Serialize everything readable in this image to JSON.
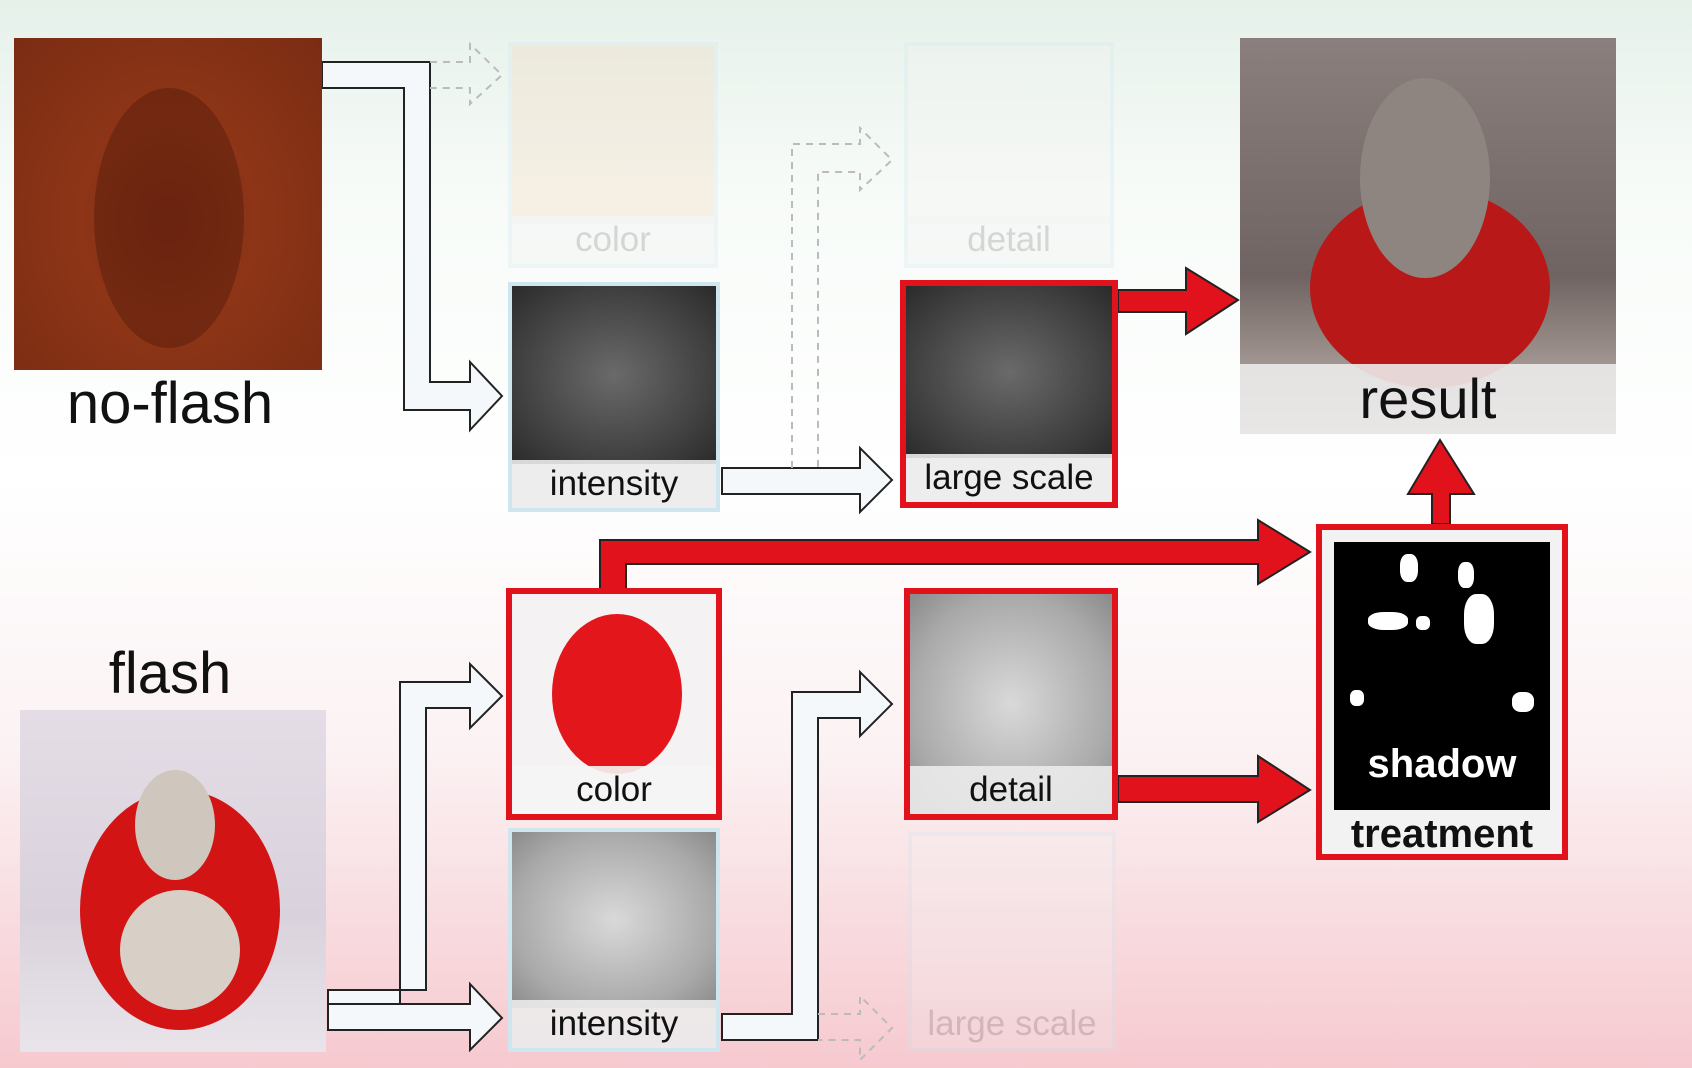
{
  "labels": {
    "no_flash": "no-flash",
    "flash": "flash",
    "result": "result"
  },
  "panels": {
    "top_color": "color",
    "top_detail": "detail",
    "top_intensity": "intensity",
    "top_large_scale": "large scale",
    "bottom_color": "color",
    "bottom_detail": "detail",
    "bottom_intensity": "intensity",
    "bottom_large_scale": "large scale",
    "shadow_line1": "shadow",
    "shadow_line2": "treatment"
  },
  "colors": {
    "highlight": "#e2121c",
    "pipeline_arrow": "#f4f8fb",
    "faded_arrow": "#bbbbbb"
  }
}
